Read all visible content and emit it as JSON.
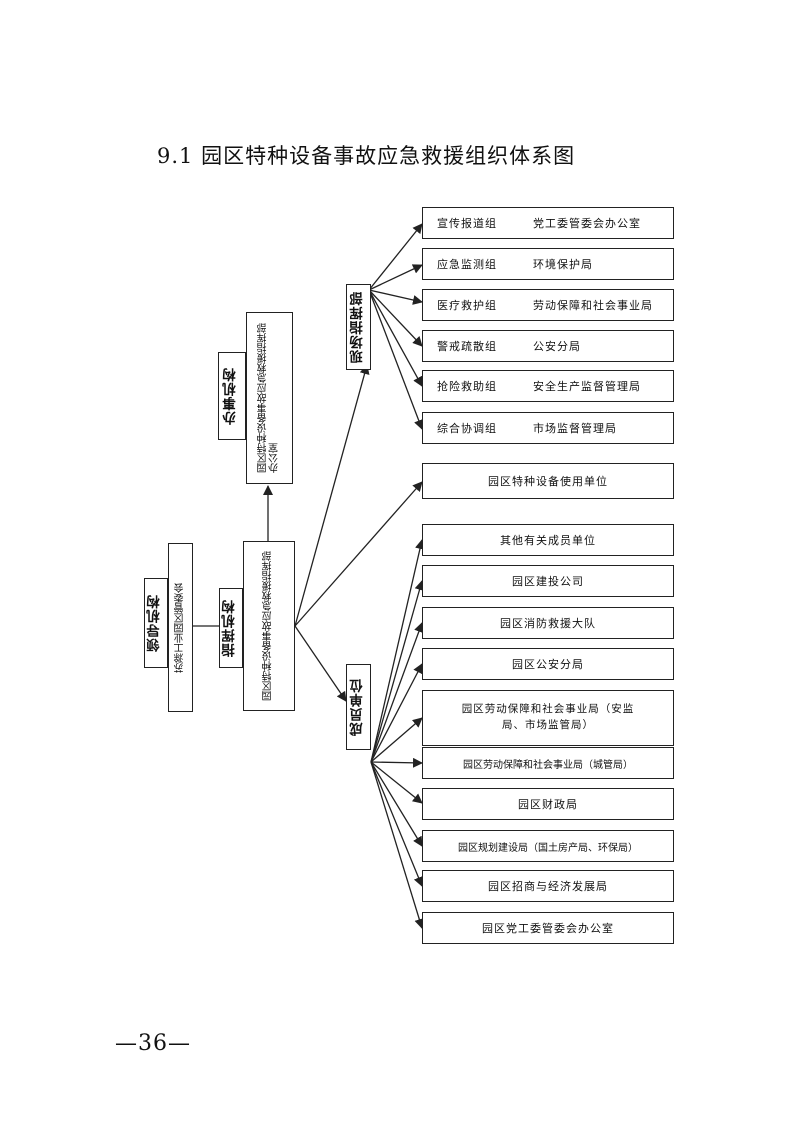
{
  "title": "9.1 园区特种设备事故应急救援组织体系图",
  "page_number": "—36—",
  "org": {
    "leading": {
      "heading": "领导机构",
      "unit": "苏滁工业园区管委会"
    },
    "command": {
      "heading": "指挥机构",
      "unit": "园区特种设备事故应急救援指挥部"
    },
    "office": {
      "heading": "办事机构",
      "unit": "园区特种设备事故应急救援指挥部办公室"
    },
    "field_hq": {
      "heading": "现场指挥部",
      "teams": [
        {
          "team": "宣传报道组",
          "unit": "党工委管委会办公室"
        },
        {
          "team": "应急监测组",
          "unit": "环境保护局"
        },
        {
          "team": "医疗救护组",
          "unit": "劳动保障和社会事业局"
        },
        {
          "team": "警戒疏散组",
          "unit": "公安分局"
        },
        {
          "team": "抢险救助组",
          "unit": "安全生产监督管理局"
        },
        {
          "team": "综合协调组",
          "unit": "市场监督管理局"
        }
      ]
    },
    "user_unit": "园区特种设备使用单位",
    "members": {
      "heading": "成员单位",
      "units": [
        "其他有关成员单位",
        "园区建投公司",
        "园区消防救援大队",
        "园区公安分局",
        "园区劳动保障和社会事业局（安监局、市场监管局）",
        "园区劳动保障和社会事业局（城管局）",
        "园区财政局",
        "园区规划建设局（国土房产局、环保局）",
        "园区招商与经济发展局",
        "园区党工委管委会办公室"
      ]
    }
  }
}
